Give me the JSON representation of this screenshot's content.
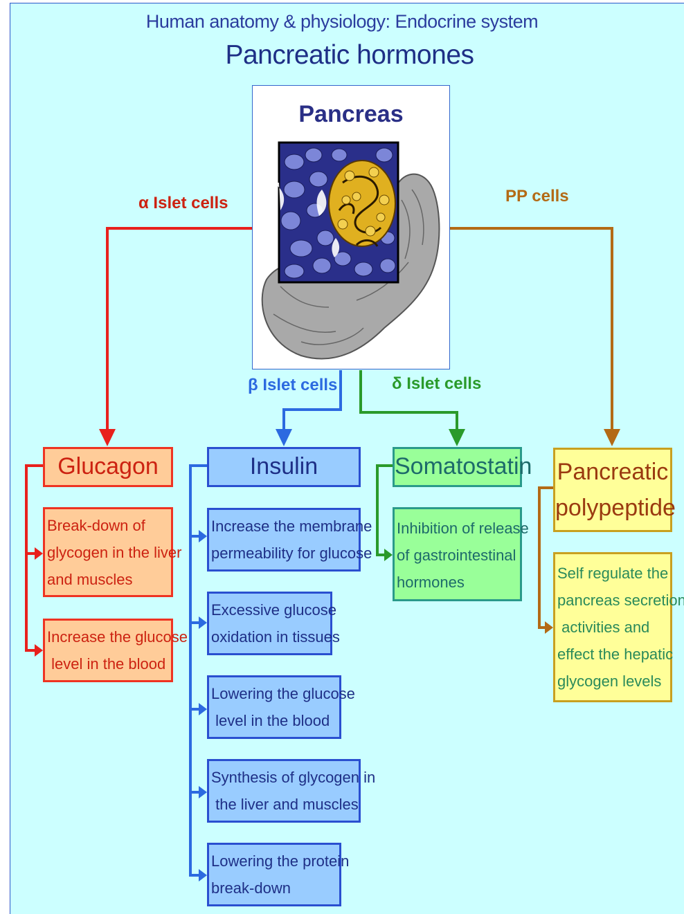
{
  "header": {
    "subtitle": "Human anatomy & physiology: Endocrine system",
    "title": "Pancreatic hormones"
  },
  "organ": {
    "label": "Pancreas",
    "image": "pancreas-illustration"
  },
  "branches": {
    "alpha": {
      "label": "α Islet cells",
      "color": "#e8201c"
    },
    "beta": {
      "label": "β Islet cells",
      "color": "#2c6ae0"
    },
    "delta": {
      "label": "δ Islet cells",
      "color": "#2a9a2a"
    },
    "pp": {
      "label": "PP cells",
      "color": "#b36a15"
    }
  },
  "hormones": {
    "glucagon": {
      "name": "Glucagon",
      "effects": [
        [
          "Break-down of",
          "glycogen in the liver",
          "and muscles"
        ],
        [
          "Increase the glucose",
          " level in the blood"
        ]
      ]
    },
    "insulin": {
      "name": "Insulin",
      "effects": [
        [
          "Increase the membrane",
          "permeability for glucose"
        ],
        [
          "Excessive glucose",
          "oxidation in tissues"
        ],
        [
          "Lowering the glucose",
          " level in the blood"
        ],
        [
          "Synthesis of glycogen in",
          " the liver and muscles"
        ],
        [
          "Lowering the protein",
          "break-down"
        ]
      ]
    },
    "somatostatin": {
      "name": "Somatostatin",
      "effects": [
        [
          "Inhibition of release",
          "of gastrointestinal",
          "hormones"
        ]
      ]
    },
    "pancreatic_polypeptide": {
      "name": [
        "Pancreatic",
        "polypeptide"
      ],
      "effects": [
        [
          "Self regulate the",
          "pancreas secretion",
          " activities and",
          "effect the hepatic",
          "glycogen levels"
        ]
      ]
    }
  },
  "colors": {
    "background": "#ccffff",
    "glucagon_fill": "#ffcc99",
    "glucagon_border": "#ee3322",
    "glucagon_text": "#cc2211",
    "insulin_fill": "#99ccff",
    "insulin_border": "#2a4fd0",
    "insulin_text": "#1e2f86",
    "somatostatin_fill": "#99ff99",
    "somatostatin_border": "#2a9a8a",
    "somatostatin_text": "#1d6a6a",
    "pp_fill": "#ffff99",
    "pp_border": "#c8a020",
    "pp_text": "#9a3a10",
    "effect_pp_text": "#2a8a5a"
  }
}
